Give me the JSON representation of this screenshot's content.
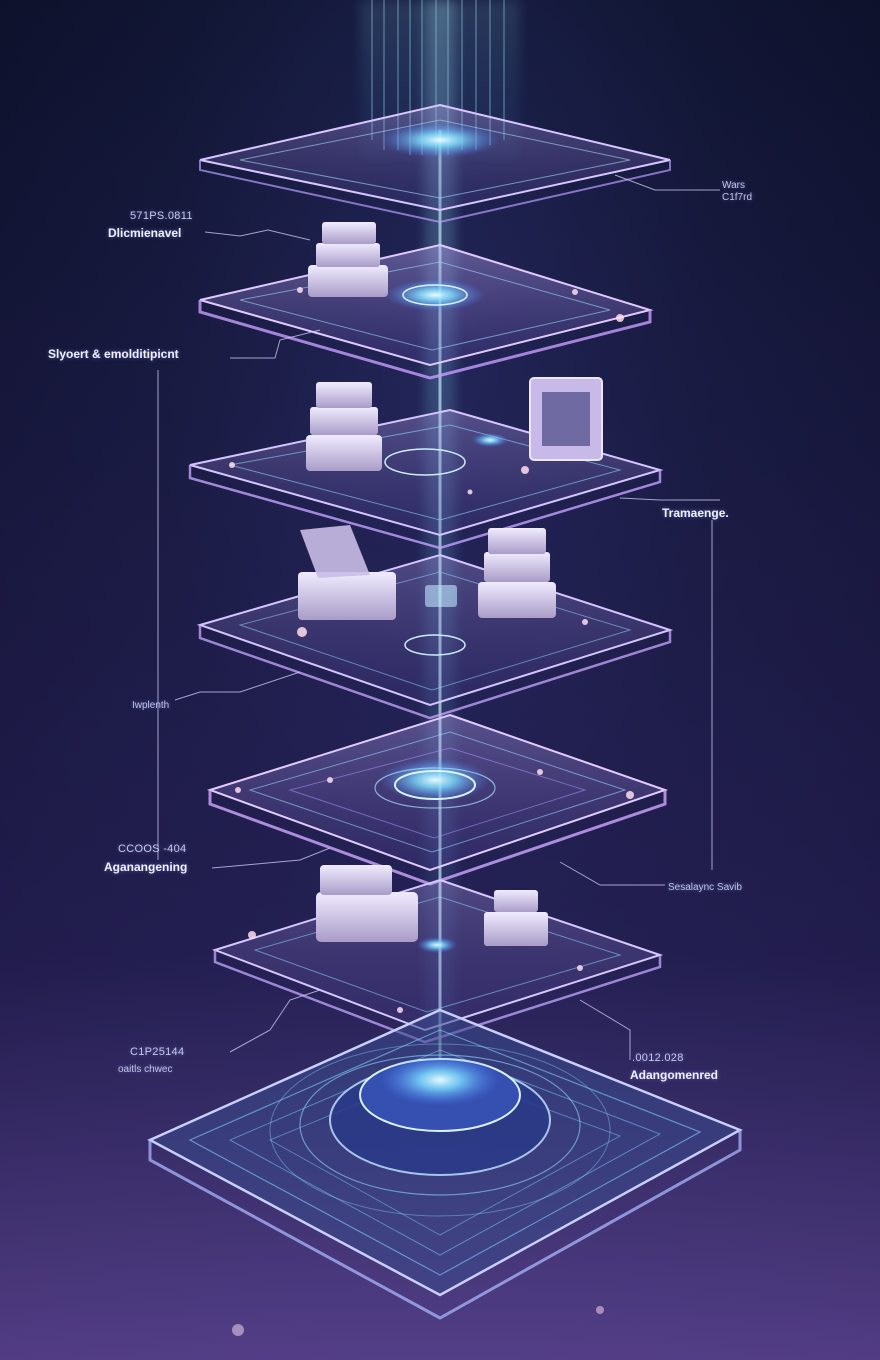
{
  "colors": {
    "background_top": "#0a0d24",
    "background_bottom": "#7a5cc0",
    "beam": "#8fe6ff",
    "layer_glow_purple": "#b58cff",
    "layer_glow_blue": "#6fd2ff",
    "block": "#d9d4ea"
  },
  "labels": {
    "top_right": {
      "line1": "Wars",
      "line2": "C1f7rd"
    },
    "layer1": {
      "code": "571PS.0811",
      "name": "Dlicmienavel"
    },
    "layer2": {
      "name": "Slyoert & emolditipicnt"
    },
    "layer3_right": {
      "name": "Tramaenge."
    },
    "layer4_left": {
      "name": "Iwplenth"
    },
    "layer5_left": {
      "code": "CCOOS -404",
      "name": "Aganangening"
    },
    "layer5_right": {
      "name": "Sesalaync Savib"
    },
    "base_left": {
      "code": "C1P25144",
      "name": "oaitls chwec"
    },
    "base_right": {
      "code": ".0012.028",
      "name": "Adangomenred"
    }
  }
}
